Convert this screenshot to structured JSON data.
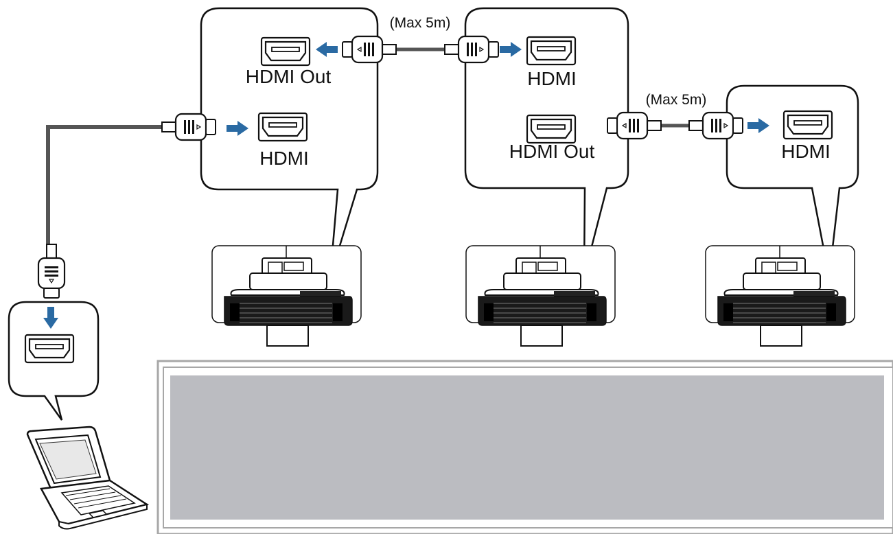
{
  "labels": {
    "p1_hdmi_out": "HDMI Out",
    "p1_hdmi": "HDMI",
    "p2_hdmi": "HDMI",
    "p2_hdmi_out": "HDMI Out",
    "p3_hdmi": "HDMI",
    "cable_max_1": "(Max 5m)",
    "cable_max_2": "(Max 5m)"
  },
  "colors": {
    "arrow": "#2a6aa3",
    "cable": "#555555",
    "panel_gray": "#bbbcc1",
    "frame_gray": "#a7a7a7",
    "stroke": "#111111"
  },
  "icons": [
    "hdmi-port-icon",
    "hdmi-plug-icon",
    "arrow-icon",
    "laptop-icon",
    "projector-icon"
  ]
}
